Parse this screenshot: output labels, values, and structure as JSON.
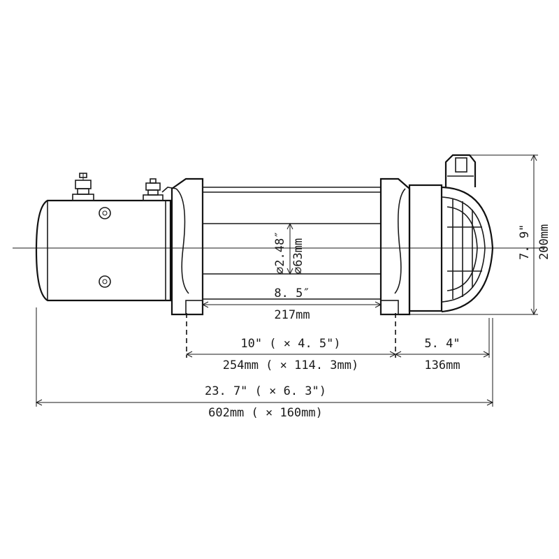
{
  "dimensions": {
    "drum_diameter_in": "∅2.48″",
    "drum_diameter_mm": "∅63mm",
    "drum_length_in": "8. 5″",
    "drum_length_mm": "217mm",
    "mount_spacing_in": "10\" ( × 4. 5\")",
    "mount_spacing_mm": "254mm ( × 114. 3mm)",
    "gearbox_length_in": "5. 4\"",
    "gearbox_length_mm": "136mm",
    "overall_length_in": "23. 7\" ( × 6. 3\")",
    "overall_length_mm": "602mm ( × 160mm)",
    "height_in": "7. 9\"",
    "height_mm": "200mm"
  }
}
